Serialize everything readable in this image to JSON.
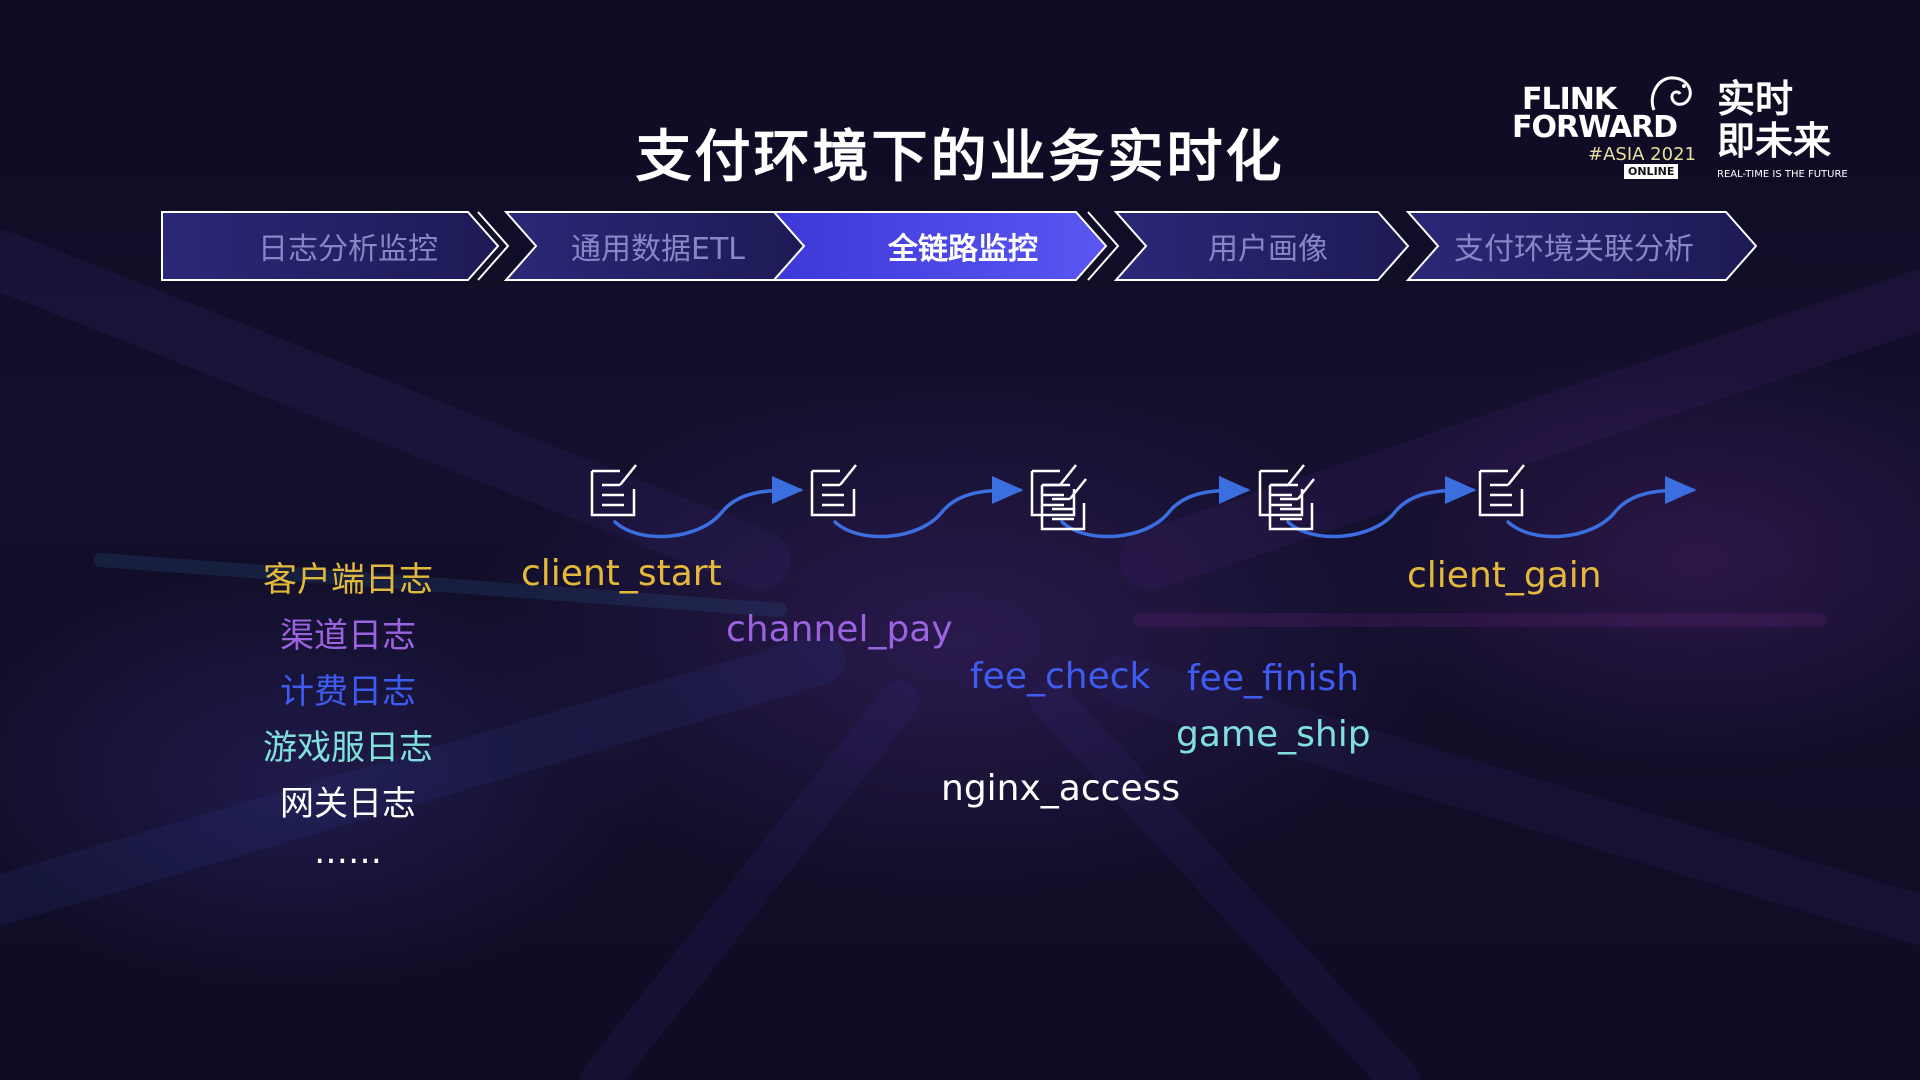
{
  "title": "支付环境下的业务实时化",
  "logo": {
    "line1": "FLINK",
    "line2": "FORWARD",
    "edition": "#ASIA 2021",
    "badge": "ONLINE",
    "slogan_cn_1": "实时",
    "slogan_cn_2": "即未来",
    "slogan_en": "REAL-TIME IS THE FUTURE"
  },
  "nav": {
    "steps": [
      {
        "label": "日志分析监控",
        "active": false
      },
      {
        "label": "通用数据ETL",
        "active": false
      },
      {
        "label": "全链路监控",
        "active": true
      },
      {
        "label": "用户画像",
        "active": false
      },
      {
        "label": "支付环境关联分析",
        "active": false
      }
    ]
  },
  "log_sources": [
    {
      "label": "客户端日志",
      "color": "#e3b93c"
    },
    {
      "label": "渠道日志",
      "color": "#9b63e0"
    },
    {
      "label": "计费日志",
      "color": "#3f5cf2"
    },
    {
      "label": "游戏服日志",
      "color": "#7fe0dc"
    },
    {
      "label": "网关日志",
      "color": "#ffffff"
    },
    {
      "label": "……",
      "color": "#ffffff"
    }
  ],
  "events": [
    {
      "label": "client_start",
      "color": "#e3b93c"
    },
    {
      "label": "channel_pay",
      "color": "#9b63e0"
    },
    {
      "label": "fee_check",
      "color": "#3f5cf2"
    },
    {
      "label": "fee_finish",
      "color": "#3f5cf2"
    },
    {
      "label": "game_ship",
      "color": "#7fe0dc"
    },
    {
      "label": "nginx_access",
      "color": "#ffffff"
    },
    {
      "label": "client_gain",
      "color": "#e3b93c"
    }
  ],
  "colors": {
    "nav_active": "#4a44e6",
    "nav_inactive": "#2a2670",
    "flow_line": "#3b6fe0"
  },
  "icons": [
    "document-edit-icon",
    "document-stack-icon",
    "arrow-right-icon"
  ]
}
